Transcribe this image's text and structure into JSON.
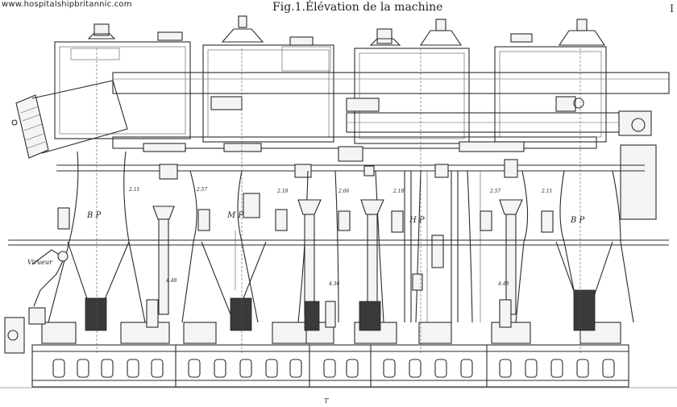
{
  "watermark": "www.hospitalshipbritannic.com",
  "figure_title": "Fig.1.Élévation de la machine",
  "corner_mark": "I",
  "labels": {
    "bp_left": "B P",
    "mp": "M P",
    "hp": "H P",
    "bp_right": "B P",
    "virueur": "Virueur",
    "bottom_mark": "T"
  },
  "dimensions": {
    "d1": "2.11",
    "d2": "2.57",
    "d3": "2.18",
    "d4": "2.06",
    "d5": "2.18",
    "d6": "2.57",
    "d7": "2.11",
    "low1": "4.48",
    "low2": "4.36",
    "low3": "4.48"
  }
}
